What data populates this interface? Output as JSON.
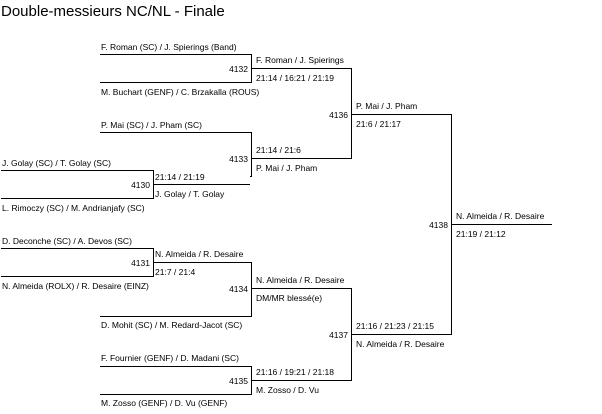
{
  "title": "Double-messieurs NC/NL - Finale",
  "bracket": {
    "round1": [
      {
        "match_id": "4130",
        "top": "J. Golay (SC) / T. Golay (SC)",
        "bottom": "L. Rimoczy (SC) / M. Andrianjafy (SC)",
        "winner": "J. Golay / T. Golay",
        "score": "21:14 / 21:19"
      },
      {
        "match_id": "4131",
        "top": "D. Deconche (SC) / A. Devos (SC)",
        "bottom": "N. Almeida (ROLX) / R. Desaire (EINZ)",
        "winner": "N. Almeida / R. Desaire",
        "score": "21:7 / 21:4"
      }
    ],
    "round2": [
      {
        "match_id": "4132",
        "top": "F. Roman (SC) / J. Spierings (Band)",
        "bottom": "M. Buchart (GENF) / C. Brzakalla (ROUS)",
        "winner": "F. Roman / J. Spierings",
        "score": "21:14 / 16:21 / 21:19"
      },
      {
        "match_id": "4133",
        "top": "P. Mai (SC) / J. Pham (SC)",
        "winner": "P. Mai / J. Pham",
        "score": "21:14 / 21:6"
      },
      {
        "match_id": "4134",
        "bottom": "D. Mohit (SC) / M. Redard-Jacot (SC)",
        "winner": "N. Almeida / R. Desaire",
        "score": "DM/MR blessé(e)"
      },
      {
        "match_id": "4135",
        "top": "F. Fournier (GENF) / D. Madani (SC)",
        "bottom": "M. Zosso (GENF) / D. Vu (GENF)",
        "winner": "M. Zosso / D. Vu",
        "score": "21:16 / 19:21 / 21:18"
      }
    ],
    "round3": [
      {
        "match_id": "4136",
        "winner": "P. Mai / J. Pham",
        "score": "21:6 / 21:17"
      },
      {
        "match_id": "4137",
        "winner": "N. Almeida / R. Desaire",
        "score": "21:16 / 21:23 / 21:15"
      }
    ],
    "final": {
      "match_id": "4138",
      "winner": "N. Almeida / R. Desaire",
      "score": "21:19 / 21:12"
    }
  }
}
